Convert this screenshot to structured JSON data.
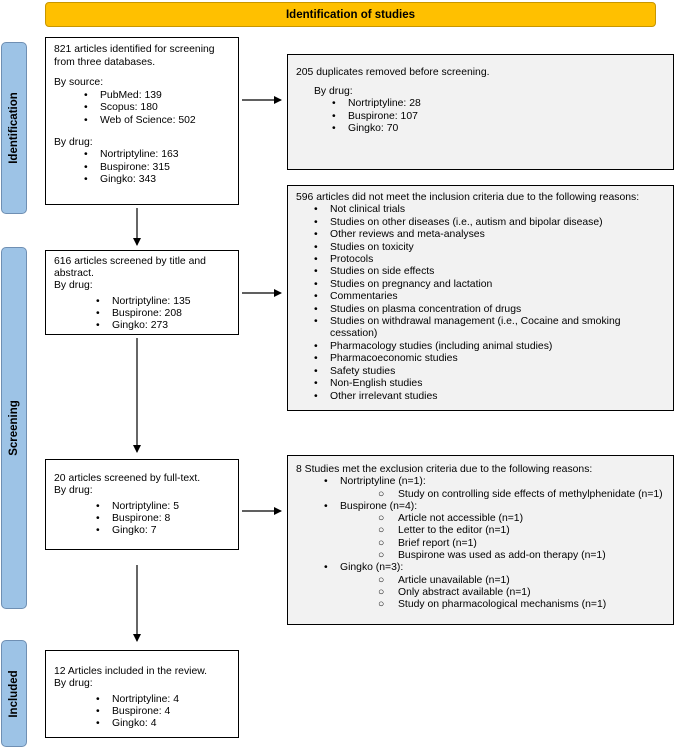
{
  "header": {
    "title": "Identification of studies"
  },
  "phases": {
    "identification": "Identification",
    "screening": "Screening",
    "included": "Included"
  },
  "identified": {
    "text": "821 articles identified for screening from three databases.",
    "by_source_label": "By source:",
    "sources": [
      "PubMed: 139",
      "Scopus: 180",
      "Web of Science: 502"
    ],
    "by_drug_label": "By drug:",
    "drugs": [
      "Nortriptyline: 163",
      "Buspirone: 315",
      "Gingko: 343"
    ]
  },
  "duplicates": {
    "text": "205 duplicates removed before screening.",
    "by_drug_label": "By drug:",
    "drugs": [
      "Nortriptyline: 28",
      "Buspirone: 107",
      "Gingko: 70"
    ]
  },
  "title_abstract": {
    "text": "616 articles screened by title and abstract.",
    "by_drug_label": "By drug:",
    "drugs": [
      "Nortriptyline: 135",
      "Buspirone: 208",
      "Gingko: 273"
    ]
  },
  "inclusion_excluded": {
    "text": "596 articles did not meet the inclusion criteria due to the following reasons:",
    "reasons": [
      "Not clinical trials",
      "Studies on other diseases (i.e., autism and bipolar disease)",
      "Other reviews and meta-analyses",
      "Studies on toxicity",
      "Protocols",
      "Studies on side effects",
      "Studies on pregnancy and lactation",
      "Commentaries",
      "Studies on plasma concentration of drugs",
      "Studies on withdrawal management (i.e., Cocaine and smoking cessation)",
      "Pharmacology studies (including animal studies)",
      "Pharmacoeconomic studies",
      "Safety studies",
      "Non-English studies",
      "Other irrelevant studies"
    ]
  },
  "full_text": {
    "text": "20 articles screened by full-text.",
    "by_drug_label": "By drug:",
    "drugs": [
      "Nortriptyline: 5",
      "Buspirone: 8",
      "Gingko: 7"
    ]
  },
  "exclusion": {
    "text": "8 Studies met the exclusion criteria due to the following reasons:",
    "groups": [
      {
        "label": "Nortriptyline (n=1):",
        "items": [
          "Study on controlling side effects of methylphenidate (n=1)"
        ]
      },
      {
        "label": "Buspirone (n=4):",
        "items": [
          "Article not accessible (n=1)",
          "Letter to the editor (n=1)",
          "Brief report (n=1)",
          "Buspirone was used as add-on therapy (n=1)"
        ]
      },
      {
        "label": "Gingko (n=3):",
        "items": [
          "Article unavailable (n=1)",
          "Only abstract available (n=1)",
          "Study on pharmacological mechanisms (n=1)"
        ]
      }
    ]
  },
  "included": {
    "text": "12 Articles included in the review.",
    "by_drug_label": "By drug:",
    "drugs": [
      "Nortriptyline: 4",
      "Buspirone: 4",
      "Gingko: 4"
    ]
  }
}
